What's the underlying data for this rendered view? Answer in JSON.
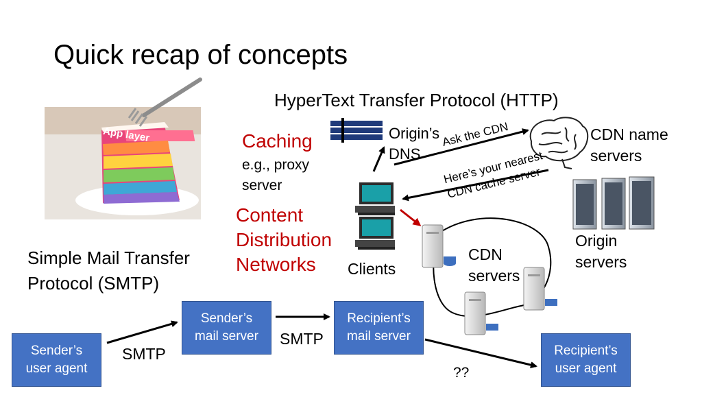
{
  "title": "Quick recap of concepts",
  "http": {
    "title": "HyperText Transfer Protocol (HTTP)",
    "caching_title": "Caching",
    "caching_example": "e.g., proxy server",
    "cdn_title_lines": [
      "Content",
      "Distribution",
      "Networks"
    ],
    "origin_dns_lines": [
      "Origin’s",
      "DNS"
    ],
    "ask_cdn": "Ask the CDN",
    "heres_lines": [
      "Here’s your nearest",
      "CDN cache server"
    ],
    "cdn_name_servers_lines": [
      "CDN name",
      "servers"
    ],
    "origin_servers_lines": [
      "Origin",
      "servers"
    ],
    "cdn_servers_lines": [
      "CDN",
      "servers"
    ],
    "clients": "Clients"
  },
  "smtp": {
    "title_lines": [
      "Simple Mail Transfer",
      "Protocol (SMTP)"
    ],
    "sender_agent_lines": [
      "Sender’s",
      "user agent"
    ],
    "sender_server_lines": [
      "Sender’s",
      "mail server"
    ],
    "recipient_server_lines": [
      "Recipient’s",
      "mail server"
    ],
    "recipient_agent_lines": [
      "Recipient’s",
      "user agent"
    ],
    "arrow_label_1": "SMTP",
    "arrow_label_2": "SMTP",
    "arrow_label_3": "??"
  },
  "image_overlay": {
    "cake_label": "App layer"
  },
  "colors": {
    "accent_red": "#c00000",
    "box_blue": "#4472c4",
    "text": "#000000"
  },
  "icons": [
    "cake-photo",
    "fork-icon",
    "dns-signpost-icon",
    "brain-icon",
    "rack-server-icon",
    "tower-server-icon",
    "desktop-computer-icon",
    "arrow-icon"
  ]
}
